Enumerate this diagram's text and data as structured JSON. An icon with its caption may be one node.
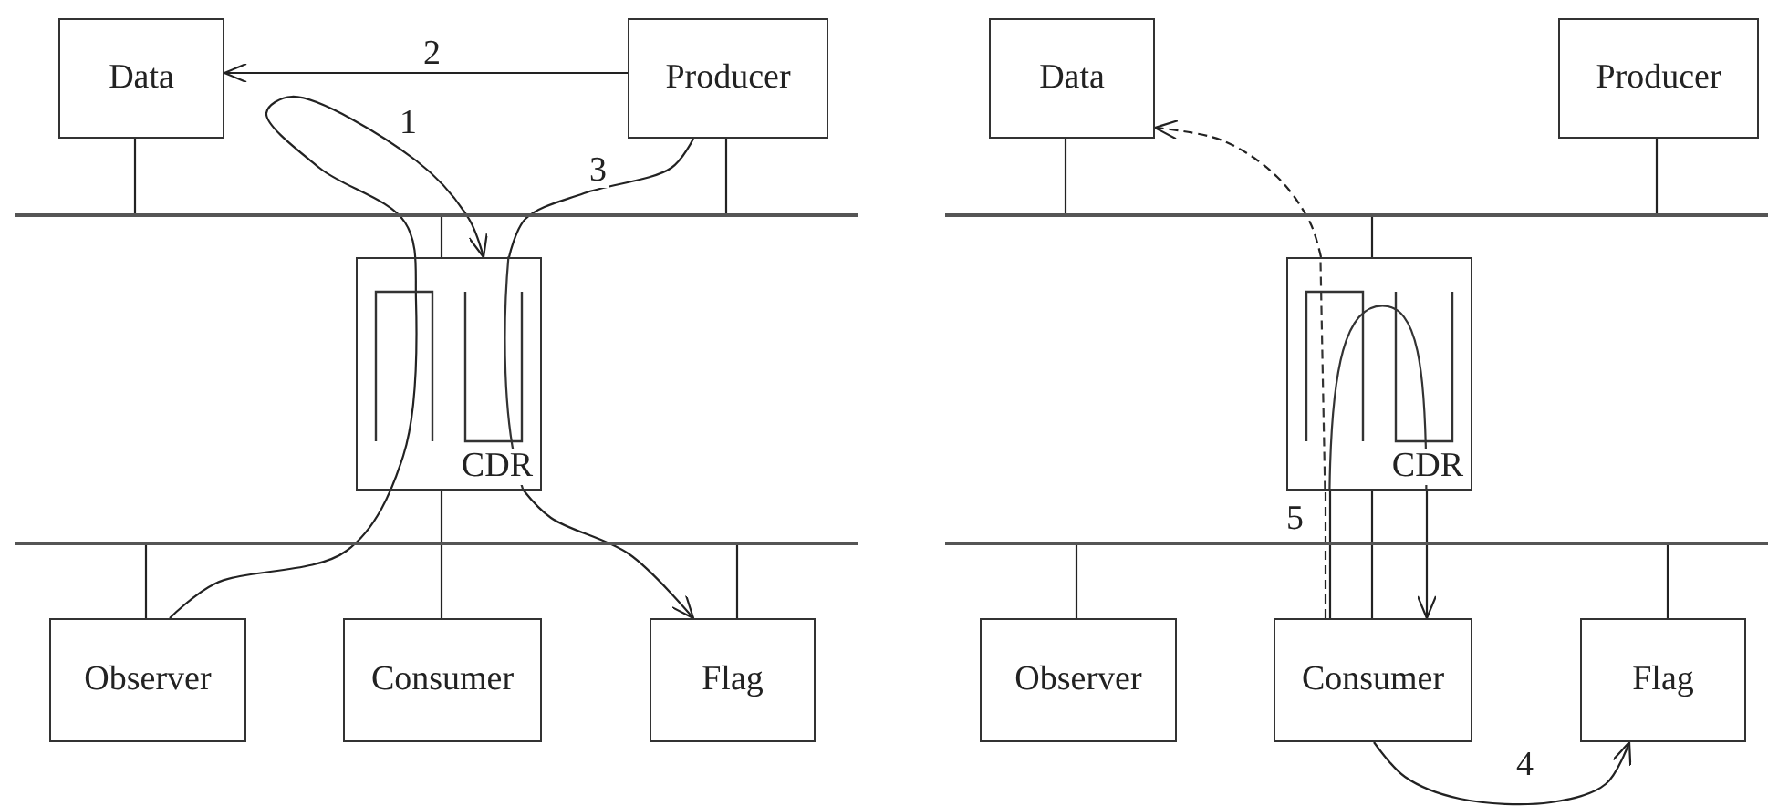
{
  "diagram": {
    "nodes": [
      {
        "text": [
          "Data"
        ]
      },
      {
        "text": [
          "Producer"
        ]
      },
      {
        "text": [],
        "shape": "bar"
      },
      {
        "text": [
          "CDR"
        ]
      },
      {
        "text": [],
        "shape": "bar"
      },
      {
        "text": [
          "Observer"
        ]
      },
      {
        "text": [
          "Consumer"
        ]
      },
      {
        "text": [
          "Flag"
        ]
      },
      {
        "text": [
          "Data"
        ]
      },
      {
        "text": [
          "Producer"
        ]
      },
      {
        "text": [],
        "shape": "bar"
      },
      {
        "text": [
          "CDR"
        ]
      },
      {
        "text": [],
        "shape": "bar"
      },
      {
        "text": [
          "Observer"
        ]
      },
      {
        "text": [
          "Consumer"
        ]
      },
      {
        "text": [
          "Flag"
        ]
      }
    ],
    "edges": [
      {
        "from": 0,
        "to": 2,
        "arrow": "none"
      },
      {
        "from": 1,
        "to": 2,
        "arrow": "none"
      },
      {
        "from": 3,
        "to": 2,
        "arrow": "none"
      },
      {
        "from": 3,
        "to": 4,
        "arrow": "none"
      },
      {
        "from": 5,
        "to": 4,
        "arrow": "none"
      },
      {
        "from": 6,
        "to": 4,
        "arrow": "none"
      },
      {
        "from": 7,
        "to": 4,
        "arrow": "none"
      },
      {
        "from": 1,
        "to": 0,
        "arrow": "to",
        "label": "2"
      },
      {
        "from": 5,
        "to": 3,
        "arrow": "to",
        "label": "1"
      },
      {
        "from": 1,
        "to": 3,
        "arrow": "none",
        "label": "3"
      },
      {
        "from": 3,
        "to": 7,
        "arrow": "to"
      },
      {
        "from": 8,
        "to": 10,
        "arrow": "none"
      },
      {
        "from": 9,
        "to": 10,
        "arrow": "none"
      },
      {
        "from": 11,
        "to": 10,
        "arrow": "none"
      },
      {
        "from": 11,
        "to": 12,
        "arrow": "none"
      },
      {
        "from": 13,
        "to": 12,
        "arrow": "none"
      },
      {
        "from": 14,
        "to": 12,
        "arrow": "none"
      },
      {
        "from": 15,
        "to": 12,
        "arrow": "none"
      },
      {
        "from": 14,
        "to": 11,
        "arrow": "none",
        "label": "5",
        "style": "dashed"
      },
      {
        "from": 11,
        "to": 8,
        "arrow": "to",
        "style": "dashed"
      },
      {
        "from": 14,
        "to": 11,
        "arrow": "none"
      },
      {
        "from": 11,
        "to": 14,
        "arrow": "to"
      },
      {
        "from": 14,
        "to": 15,
        "arrow": "to",
        "label": "4"
      }
    ]
  }
}
